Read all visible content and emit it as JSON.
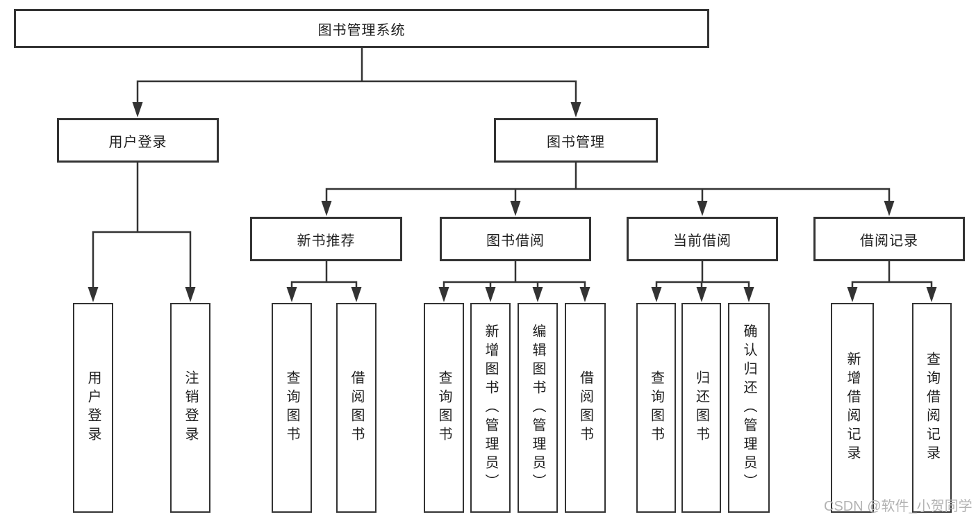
{
  "tree": {
    "root": "图书管理系统",
    "level2": [
      {
        "label": "用户登录"
      },
      {
        "label": "图书管理"
      }
    ],
    "level3": [
      {
        "label": "新书推荐"
      },
      {
        "label": "图书借阅"
      },
      {
        "label": "当前借阅"
      },
      {
        "label": "借阅记录"
      }
    ],
    "leaves": {
      "user_login": [
        "用户登录",
        "注销登录"
      ],
      "new_book": [
        "查询图书",
        "借阅图书"
      ],
      "book_borrow": [
        "查询图书",
        "新增图书（管理员）",
        "编辑图书（管理员）",
        "借阅图书"
      ],
      "current_borrow": [
        "查询图书",
        "归还图书",
        "确认归还（管理员）"
      ],
      "borrow_record": [
        "新增借阅记录",
        "查询借阅记录"
      ]
    }
  },
  "watermark": "CSDN @软件_小贺同学",
  "colors": {
    "line": "#333333",
    "text": "#1f1f1f",
    "background": "#ffffff",
    "watermark": "#b3b3b3"
  }
}
